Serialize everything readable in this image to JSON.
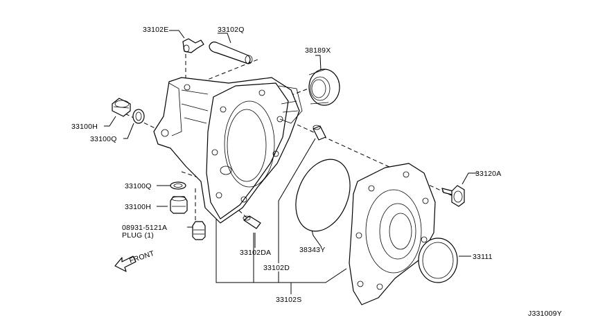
{
  "diagram_id": "J331009Y",
  "front_label": "FRONT",
  "parts": [
    {
      "id": "p-33102E",
      "code": "33102E"
    },
    {
      "id": "p-33102Q",
      "code": "33102Q"
    },
    {
      "id": "p-38189X",
      "code": "38189X"
    },
    {
      "id": "p-33100H-a",
      "code": "33100H"
    },
    {
      "id": "p-33100Q-a",
      "code": "33100Q"
    },
    {
      "id": "p-33120A",
      "code": "33120A"
    },
    {
      "id": "p-33100Q-b",
      "code": "33100Q"
    },
    {
      "id": "p-33100H-b",
      "code": "33100H"
    },
    {
      "id": "p-08931",
      "code": "08931-5121A"
    },
    {
      "id": "p-plug",
      "code": "PLUG (1)"
    },
    {
      "id": "p-33102DA",
      "code": "33102DA"
    },
    {
      "id": "p-38343Y",
      "code": "38343Y"
    },
    {
      "id": "p-33111",
      "code": "33111"
    },
    {
      "id": "p-33102D",
      "code": "33102D"
    },
    {
      "id": "p-33102S",
      "code": "33102S"
    }
  ]
}
